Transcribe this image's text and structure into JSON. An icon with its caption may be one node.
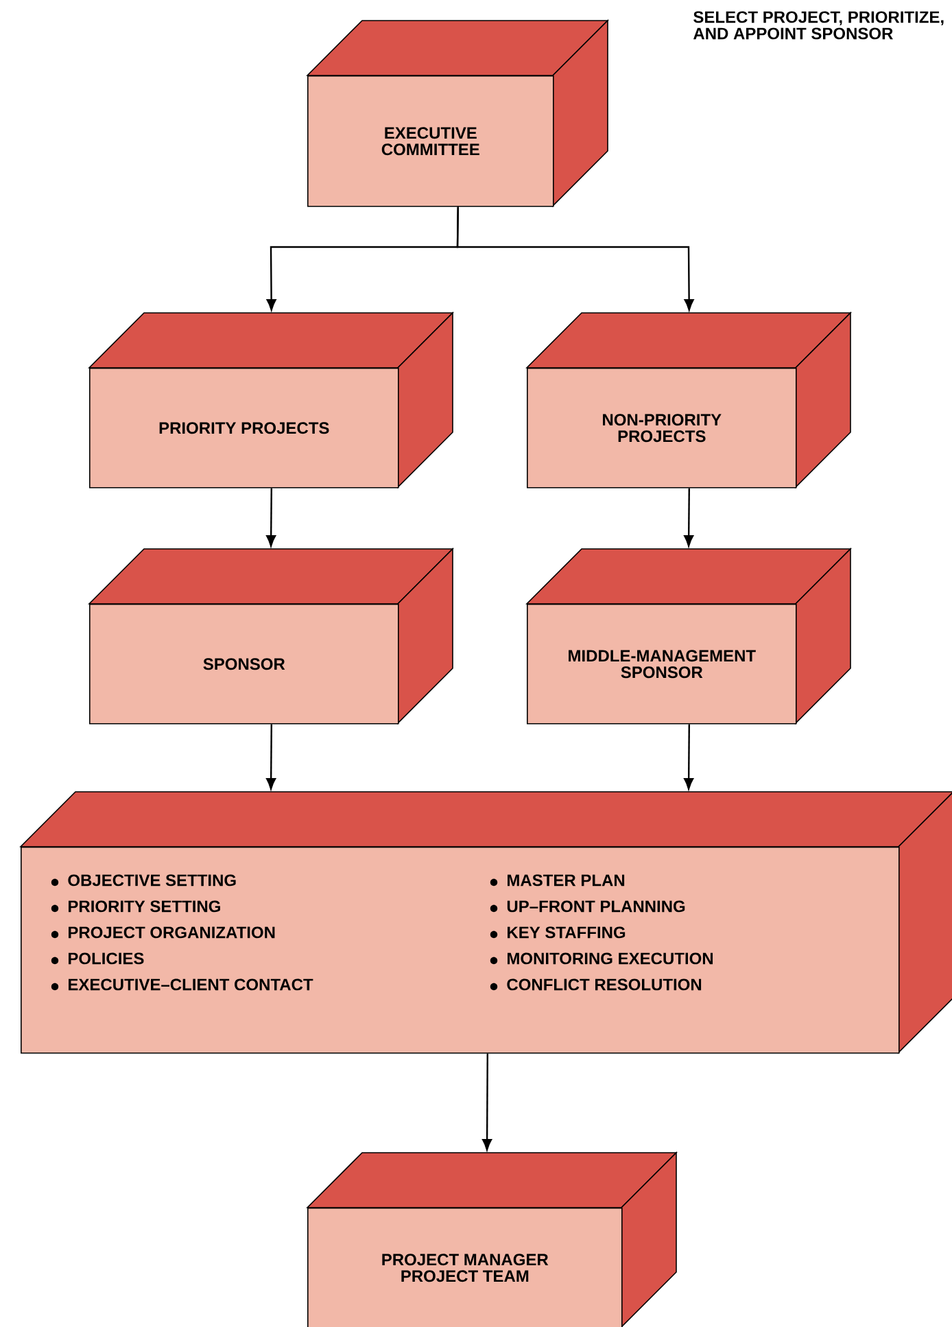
{
  "diagram": {
    "nodes": [
      {
        "text": [
          "EXECUTIVE COMMITTEE"
        ]
      },
      {
        "text": [
          "PRIORITY PROJECTS"
        ]
      },
      {
        "text": [
          "NON-PRIORITY PROJECTS"
        ]
      },
      {
        "text": [
          "SPONSOR"
        ]
      },
      {
        "text": [
          "MIDDLE-MANAGEMENT SPONSOR"
        ]
      },
      {
        "text": [
          "OBJECTIVE SETTING",
          "PRIORITY SETTING",
          "PROJECT ORGANIZATION",
          "POLICIES",
          "EXECUTIVE–CLIENT CONTACT",
          "MASTER PLAN",
          "UP–FRONT PLANNING",
          "KEY STAFFING",
          "MONITORING EXECUTION",
          "CONFLICT RESOLUTION"
        ]
      },
      {
        "text": [
          "PROJECT MANAGER PROJECT TEAM"
        ]
      }
    ],
    "edges": [
      {
        "from": 0,
        "to": 1,
        "arrow": "to"
      },
      {
        "from": 0,
        "to": 2,
        "arrow": "to"
      },
      {
        "from": 1,
        "to": 3,
        "arrow": "to"
      },
      {
        "from": 2,
        "to": 4,
        "arrow": "to"
      },
      {
        "from": 3,
        "to": 5,
        "arrow": "to"
      },
      {
        "from": 4,
        "to": 5,
        "arrow": "to"
      },
      {
        "from": 5,
        "to": 6,
        "arrow": "to"
      }
    ],
    "labels": [
      "SELECT PROJECT, PRIORITIZE, AND APPOINT SPONSOR"
    ]
  }
}
